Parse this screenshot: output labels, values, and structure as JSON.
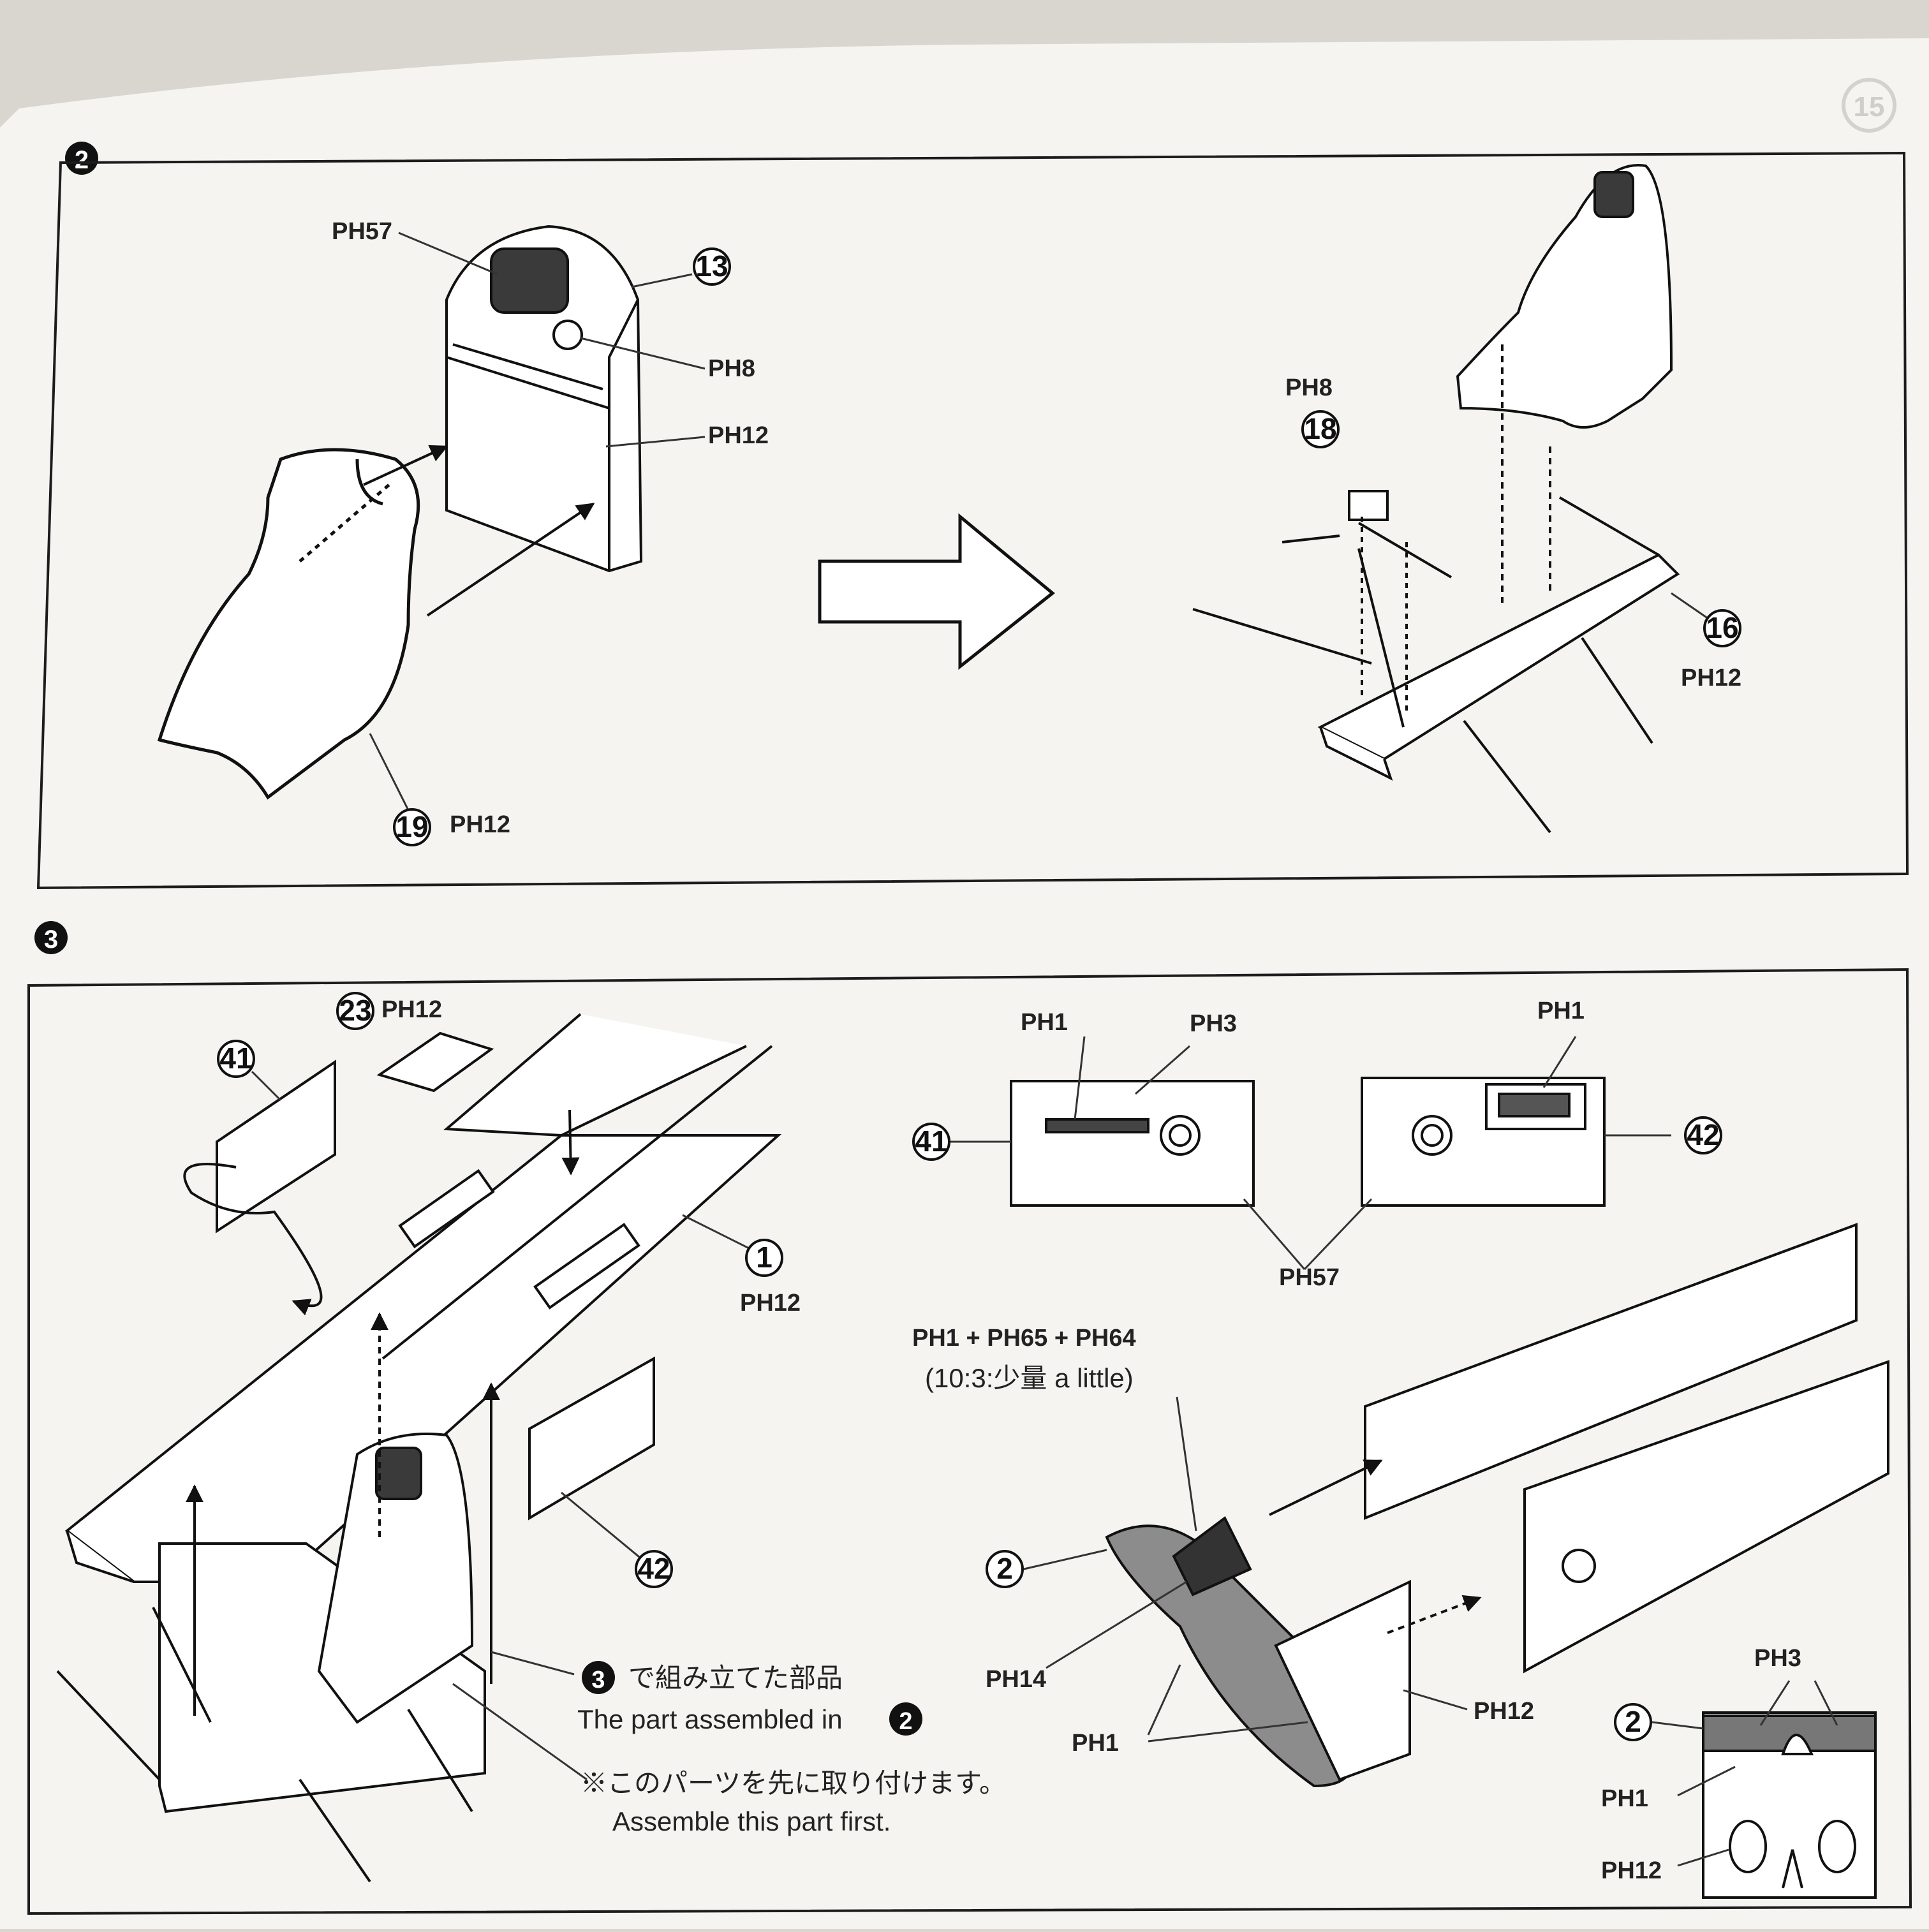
{
  "page_number": "15",
  "steps": [
    {
      "number": "2",
      "callouts": {
        "p57": "PH57",
        "p8": "PH8",
        "p12a": "PH12",
        "p12b": "PH12",
        "p12c": "PH12",
        "p8b": "PH8",
        "n13": "13",
        "n19": "19",
        "n18": "18",
        "n16": "16"
      }
    },
    {
      "number": "3",
      "callouts": {
        "n23": "23",
        "p12_23": "PH12",
        "n41": "41",
        "n1": "1",
        "p12_1": "PH12",
        "n42": "42",
        "p1_left": "PH1",
        "p3_left": "PH3",
        "p1_right": "PH1",
        "n41_side": "41",
        "n42_side": "42",
        "p57_side": "PH57",
        "mix_formula": "PH1 + PH65 + PH64",
        "mix_ratio": "(10:3:少量 a little)",
        "n2_a": "2",
        "p14": "PH14",
        "p1_bottom": "PH1",
        "p12_bottom": "PH12",
        "n2_detail": "2",
        "p3_detail": "PH3",
        "p1_detail": "PH1",
        "p12_detail": "PH12"
      },
      "note_assembled_jp": "で組み立てた部品",
      "note_assembled_en": "The part assembled in",
      "note_assembled_ref": "2",
      "note_first_jp": "※このパーツを先に取り付けます。",
      "note_first_en": "Assemble this part first."
    }
  ],
  "colors": {
    "paper": "#f5f4f1",
    "ink": "#1e1e1e",
    "shadow": "#d9d6d0"
  }
}
